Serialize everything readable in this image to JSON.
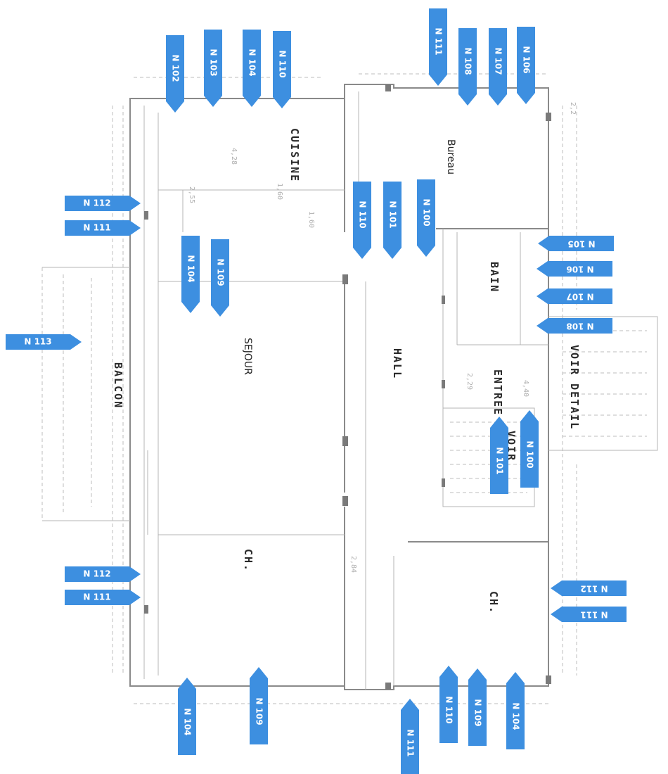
{
  "rooms": {
    "bureau": "Bureau",
    "cuisine": "CUISINE",
    "sejour": "SEJOUR",
    "balcon": "BALCON",
    "hall": "HALL",
    "entree": "ENTREE",
    "bain": "BAIN",
    "ch_left": "CH.",
    "ch_right": "CH.",
    "voir_detail": "VOIR DETAIL",
    "voir": "VOIR"
  },
  "faint_labels": {
    "l1": "4,28",
    "l2": "1,60",
    "l3": "2,55",
    "l4": "1,60",
    "l5": "2,84",
    "l6": "4,40",
    "l7": "2,29",
    "l8": "2,2"
  },
  "markers": [
    {
      "id": "m1",
      "label": "N 102",
      "dir": "down"
    },
    {
      "id": "m2",
      "label": "N 103",
      "dir": "down"
    },
    {
      "id": "m3",
      "label": "N 104",
      "dir": "down"
    },
    {
      "id": "m4",
      "label": "N 110",
      "dir": "down"
    },
    {
      "id": "m5",
      "label": "N 111",
      "dir": "down"
    },
    {
      "id": "m6",
      "label": "N 108",
      "dir": "down"
    },
    {
      "id": "m7",
      "label": "N 107",
      "dir": "down"
    },
    {
      "id": "m8",
      "label": "N 106",
      "dir": "down"
    },
    {
      "id": "m9",
      "label": "N 112",
      "dir": "right"
    },
    {
      "id": "m10",
      "label": "N 111",
      "dir": "right"
    },
    {
      "id": "m11",
      "label": "N 104",
      "dir": "down"
    },
    {
      "id": "m12",
      "label": "N 109",
      "dir": "down"
    },
    {
      "id": "m13",
      "label": "N 110",
      "dir": "down"
    },
    {
      "id": "m14",
      "label": "N 101",
      "dir": "down"
    },
    {
      "id": "m15",
      "label": "N 100",
      "dir": "down"
    },
    {
      "id": "m16",
      "label": "N 105",
      "dir": "left"
    },
    {
      "id": "m17",
      "label": "N 106",
      "dir": "left"
    },
    {
      "id": "m18",
      "label": "N 107",
      "dir": "left"
    },
    {
      "id": "m19",
      "label": "N 108",
      "dir": "left"
    },
    {
      "id": "m20",
      "label": "N 113",
      "dir": "right"
    },
    {
      "id": "m21",
      "label": "N 101",
      "dir": "up"
    },
    {
      "id": "m22",
      "label": "N 100",
      "dir": "up"
    },
    {
      "id": "m23",
      "label": "N 112",
      "dir": "right"
    },
    {
      "id": "m24",
      "label": "N 111",
      "dir": "right"
    },
    {
      "id": "m25",
      "label": "N 112",
      "dir": "left"
    },
    {
      "id": "m26",
      "label": "N 111",
      "dir": "left"
    },
    {
      "id": "m27",
      "label": "N 104",
      "dir": "up"
    },
    {
      "id": "m28",
      "label": "N 109",
      "dir": "up"
    },
    {
      "id": "m29",
      "label": "N 110",
      "dir": "up"
    },
    {
      "id": "m30",
      "label": "N 109",
      "dir": "up"
    },
    {
      "id": "m31",
      "label": "N 104",
      "dir": "up"
    },
    {
      "id": "m32",
      "label": "N 111",
      "dir": "up"
    }
  ]
}
